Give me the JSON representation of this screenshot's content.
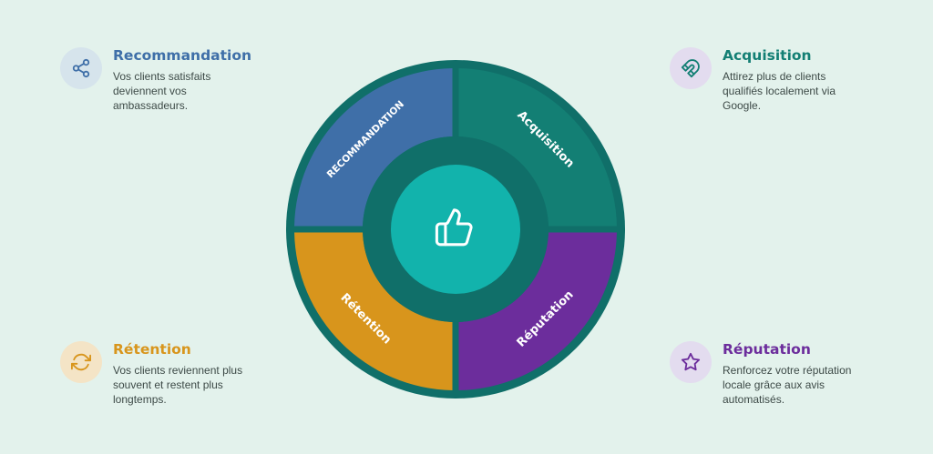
{
  "cards": {
    "recommandation": {
      "title": "Recommandation",
      "desc": "Vos clients satisfaits deviennent vos ambassadeurs.",
      "icon": "share-icon",
      "color": "#3f6fa8"
    },
    "acquisition": {
      "title": "Acquisition",
      "desc": "Attirez plus de clients qualifiés localement via Google.",
      "icon": "magnet-icon",
      "color": "#137f74"
    },
    "retention": {
      "title": "Rétention",
      "desc": "Vos clients reviennent plus souvent et restent plus longtemps.",
      "icon": "refresh-icon",
      "color": "#d8951c"
    },
    "reputation": {
      "title": "Réputation",
      "desc": "Renforcez votre réputation locale grâce aux avis automatisés.",
      "icon": "star-icon",
      "color": "#6c2d9c"
    }
  },
  "wheel": {
    "segments": [
      {
        "label": "RECOMMANDATION",
        "color": "#3f6fa8"
      },
      {
        "label": "Acquisition",
        "color": "#137f74"
      },
      {
        "label": "Réputation",
        "color": "#6c2d9c"
      },
      {
        "label": "Rétention",
        "color": "#d8951c"
      }
    ],
    "ring_color": "#106f69",
    "hub_color": "#12b3ac",
    "center_icon": "thumbs-up-icon"
  }
}
